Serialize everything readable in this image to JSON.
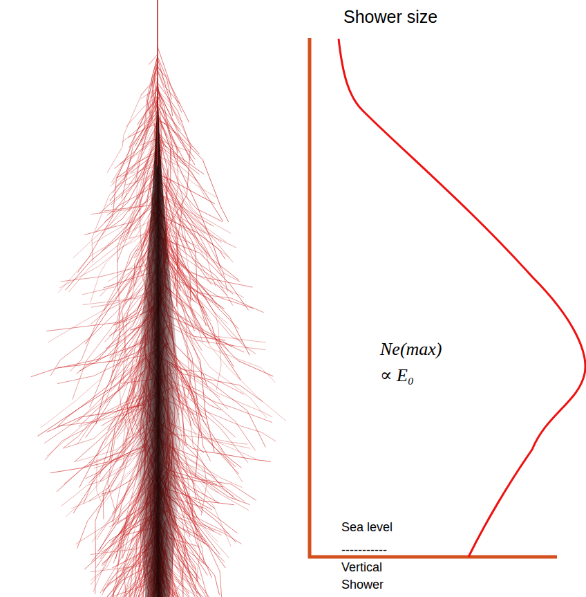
{
  "diagram": {
    "labels": [
      "Shower size",
      "Ne(max)",
      "∝ E₀",
      "Sea level",
      "-----------",
      "Vertical",
      "Shower"
    ]
  }
}
